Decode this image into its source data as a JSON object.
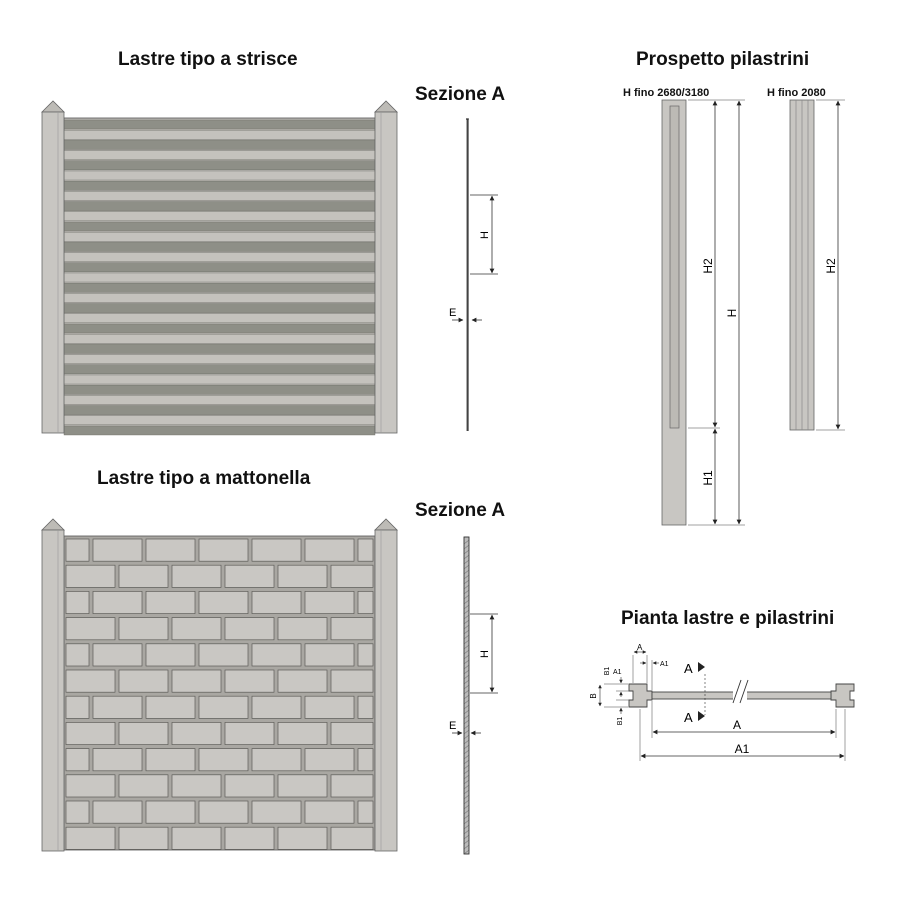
{
  "titles": {
    "strisce": "Lastre tipo a strisce",
    "mattonella": "Lastre tipo a mattonella",
    "sezione_top": "Sezione A",
    "sezione_bottom": "Sezione A",
    "prospetto": "Prospetto pilastrini",
    "pianta": "Pianta lastre e pilastrini"
  },
  "prospetto": {
    "post1_caption": "H fino 2680/3180",
    "post2_caption": "H fino 2080",
    "dim_H2": "H2",
    "dim_H": "H",
    "dim_H1": "H1",
    "dim_H2_short": "H2"
  },
  "sezione": {
    "dim_H": "H",
    "dim_E": "E"
  },
  "pianta": {
    "dim_A_top": "A",
    "dim_A1_top": "A1",
    "dim_B1_top": "B1",
    "dim_B": "B",
    "dim_B1_bottom": "B1",
    "section_mark": "A",
    "dim_A": "A",
    "dim_A1": "A1"
  },
  "colors": {
    "concrete": "#c8c6c2",
    "concrete_dark": "#9a9894",
    "stripe_light": "#c4c2bd",
    "stripe_dark": "#8e8f87",
    "line": "#2a2a2a"
  }
}
